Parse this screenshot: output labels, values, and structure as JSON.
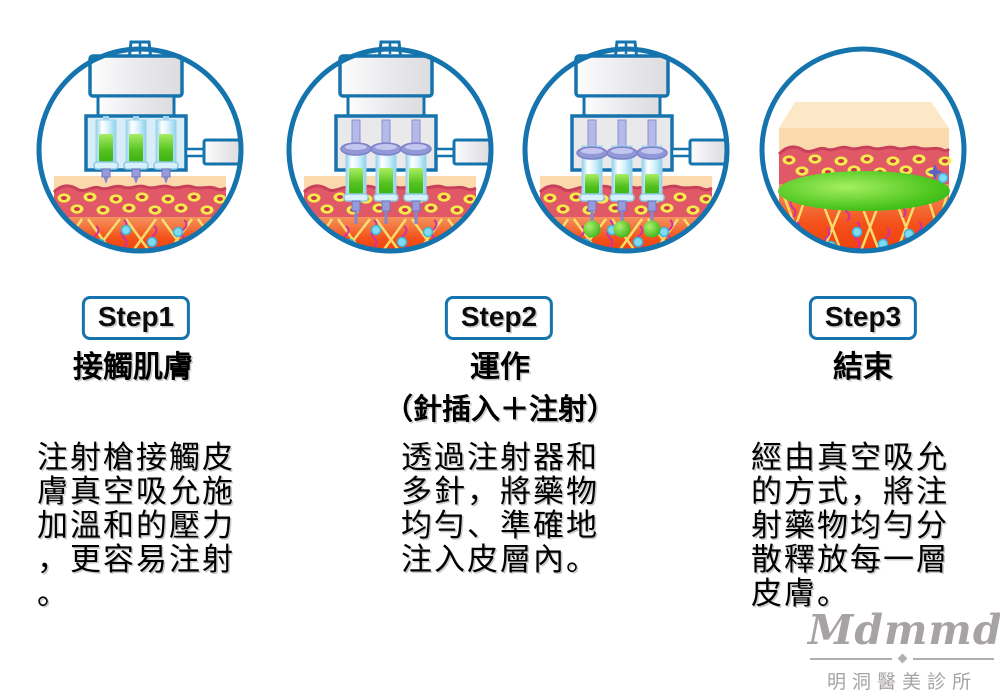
{
  "accent": "#1574ad",
  "steps": [
    {
      "badge": "Step1",
      "title": "接觸肌膚",
      "subtitle": "",
      "body": "注射槍接觸皮膚真空吸允施加溫和的壓力，更容易注射。"
    },
    {
      "badge": "Step2",
      "title": "運作",
      "subtitle": "（針插入＋注射）",
      "body": "透過注射器和多針，將藥物均勻、準確地注入皮層內。"
    },
    {
      "badge": "Step3",
      "title": "結束",
      "subtitle": "",
      "body": "經由真空吸允的方式，將注射藥物均勻分散釋放每一層皮膚。"
    }
  ],
  "figures": [
    {
      "icon": "injector-touching-skin-illustration"
    },
    {
      "icon": "injector-needles-inserted-illustration"
    },
    {
      "icon": "injector-injecting-drug-illustration"
    },
    {
      "icon": "skin-drug-dispersed-illustration"
    }
  ],
  "logo": {
    "brand": "Mdmmd.",
    "clinic": "明洞醫美診所"
  },
  "colors": {
    "device_blue": "#1574ad",
    "skin_surface": "#fcd9ad",
    "dermis_wave": "#e15966",
    "dermis_deep": "#f2430e",
    "drug_green": "#3cb312",
    "logo_gray": "#a7a3a3"
  }
}
